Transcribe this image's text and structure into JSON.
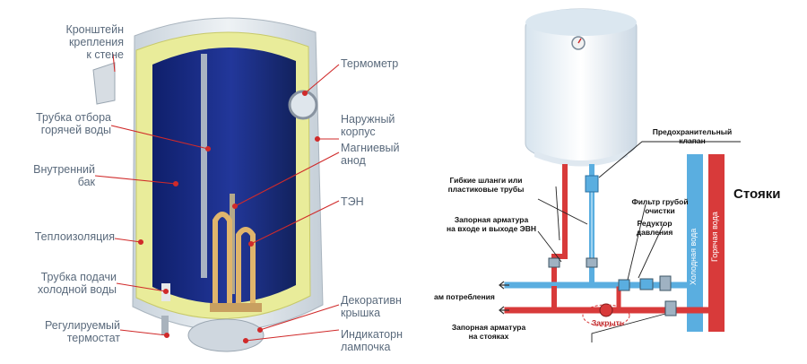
{
  "left_diagram": {
    "labels": {
      "bracket": "Кронштейн\nкрепления\nк стене",
      "hot_water_tube": "Трубка отбора\nгорячей воды",
      "inner_tank": "Внутренний\nбак",
      "insulation": "Теплоизоляция",
      "cold_water_tube": "Трубка подачи\nхолодной воды",
      "thermostat": "Регулируемый\nтермостат",
      "thermometer": "Термометр",
      "outer_body": "Наружный\nкорпус",
      "magnesium_anode": "Магниевый\nанод",
      "heater": "ТЭН",
      "cover": "Декоративн\nкрышка",
      "indicator_lamp": "Индикаторн\nлампочка"
    }
  },
  "right_diagram": {
    "labels": {
      "safety_valve": "Предохранительный\nклапан",
      "flexible_hoses": "Гибкие шланги или\nпластиковые трубы",
      "coarse_filter": "Фильтр грубой\nочистки",
      "risers": "Стояки",
      "shutoff_inlet": "Запорная арматура\nна входе и выходе ЭВН",
      "pressure_reducer": "Редуктор\nдавления",
      "to_consumers": "ам потребления",
      "close": "Закрыть",
      "shutoff_risers": "Запорная арматура\nна стояках",
      "cold_water": "Холодная вода",
      "hot_water": "Горячая вода"
    },
    "colors": {
      "cold": "#5aaee0",
      "hot": "#d83a3a"
    }
  }
}
